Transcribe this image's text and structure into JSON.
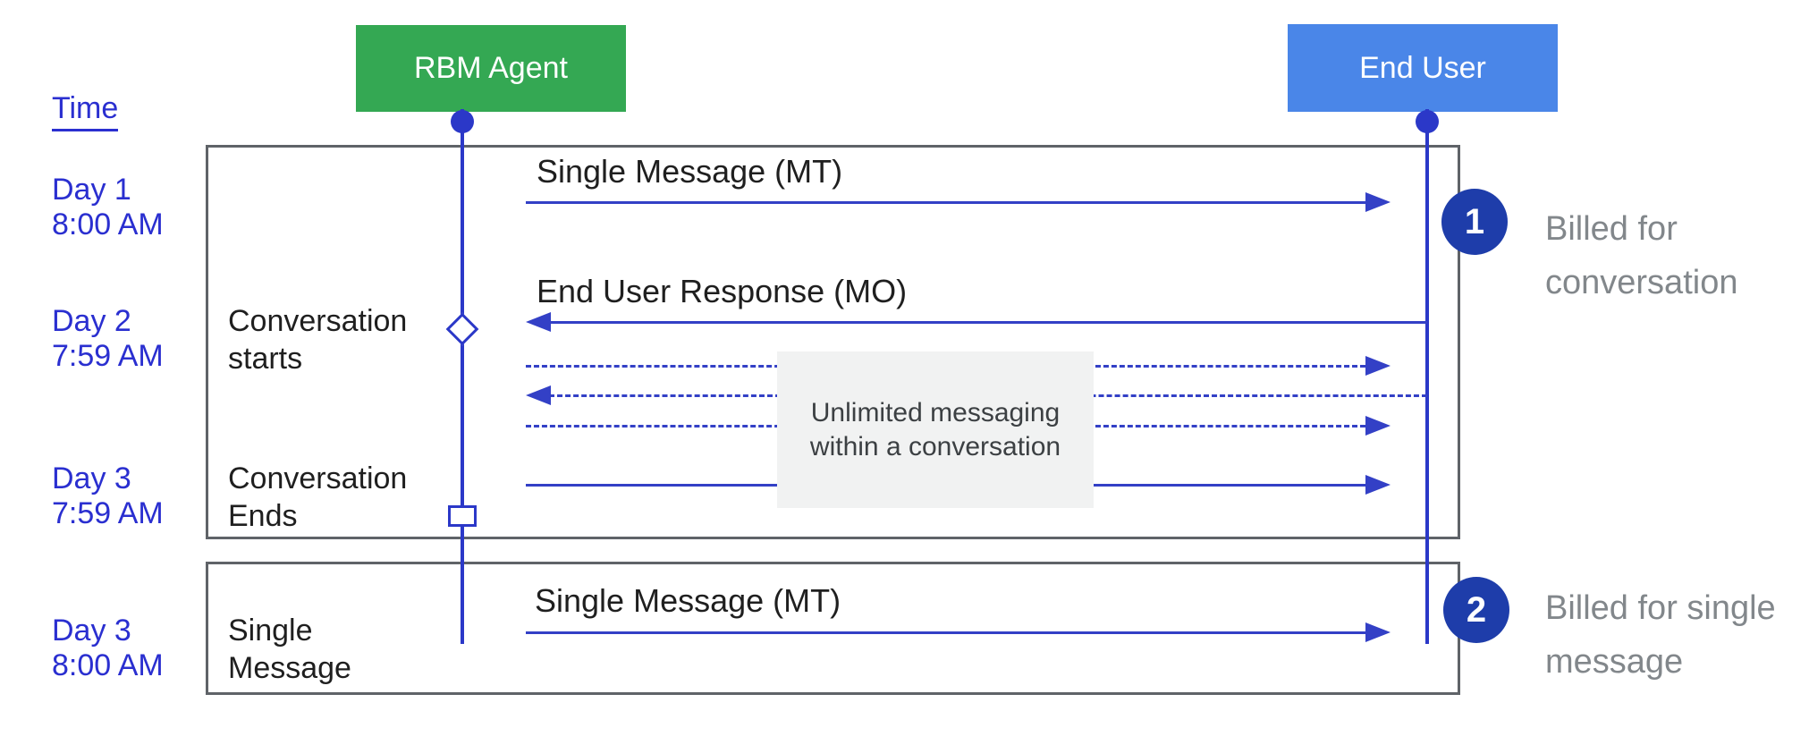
{
  "palette": {
    "agent_green": "#34a853",
    "end_user_blue": "#4a86e8",
    "arrow_blue": "#3340c6",
    "lifeline_blue": "#2b38c8",
    "time_text_blue": "#2a2fd0",
    "badge_navy": "#1e3daa",
    "frame_gray": "#5f6368",
    "note_bg": "#f1f2f2",
    "muted_text_gray": "#82878b"
  },
  "header": {
    "time_label": "Time",
    "actors": [
      {
        "name": "RBM Agent"
      },
      {
        "name": "End User"
      }
    ]
  },
  "timeline": {
    "times": [
      {
        "line1": "Day 1",
        "line2": "8:00 AM"
      },
      {
        "line1": "Day 2",
        "line2": "7:59 AM"
      },
      {
        "line1": "Day 3",
        "line2": "7:59 AM"
      },
      {
        "line1": "Day 3",
        "line2": "8:00 AM"
      }
    ]
  },
  "frames": {
    "conversation": {
      "events": [
        {
          "label": "Single Message (MT)"
        },
        {
          "label": "End User Response (MO)"
        }
      ],
      "lifecycle": [
        {
          "line1": "Conversation",
          "line2": "starts"
        },
        {
          "line1": "Conversation",
          "line2": "Ends"
        }
      ],
      "note": {
        "line1": "Unlimited messaging",
        "line2": "within a conversation"
      }
    },
    "single": {
      "label": {
        "line1": "Single",
        "line2": "Message"
      },
      "event": {
        "label": "Single Message (MT)"
      }
    }
  },
  "annotations": [
    {
      "badge": "1",
      "line1": "Billed for",
      "line2": "conversation"
    },
    {
      "badge": "2",
      "line1": "Billed for single",
      "line2": "message"
    }
  ]
}
